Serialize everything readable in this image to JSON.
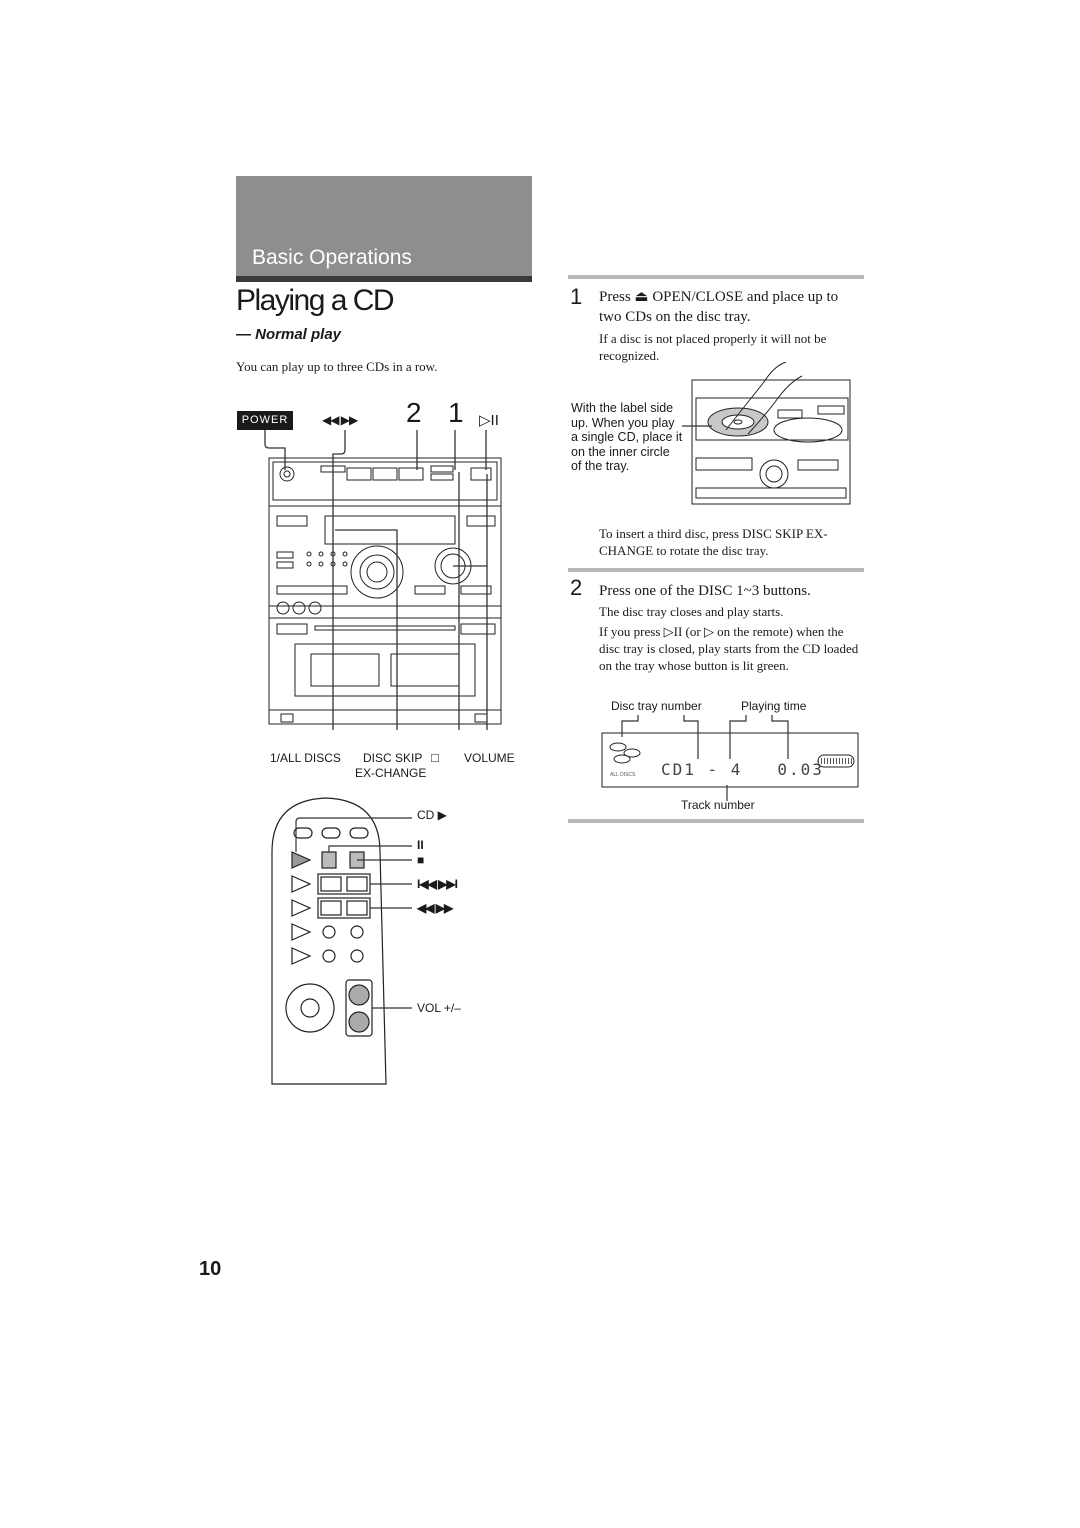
{
  "header": {
    "section": "Basic Operations",
    "title": "Playing a CD",
    "subheading": "— Normal play",
    "intro": "You can play up to three CDs in a row."
  },
  "main_unit_figure": {
    "power_label": "POWER",
    "search_symbol": "◀◀ ▶▶",
    "callout_2": "2",
    "callout_1": "1",
    "play_pause_symbol": "▷II",
    "label_all_discs": "1/ALL DISCS",
    "label_disc_skip": "DISC SKIP",
    "label_disc_skip_symbol": "□",
    "label_exchange": "EX-CHANGE",
    "label_volume": "VOLUME"
  },
  "remote_figure": {
    "label_cd_play": "CD ▶",
    "label_pause": "II",
    "label_stop": "■",
    "label_skip": "I◀◀ ▶▶I",
    "label_search": "◀◀ ▶▶",
    "label_vol": "VOL +/–"
  },
  "step1": {
    "number": "1",
    "heading": "Press ⏏ OPEN/CLOSE and place up to two CDs on the disc tray.",
    "note": "If a disc is not placed properly it will not be recognized.",
    "callout": "With the label side up. When you play a single CD, place it on the inner circle of the tray.",
    "insert_note": "To insert a third disc, press DISC SKIP EX-CHANGE to rotate the disc tray."
  },
  "step2": {
    "number": "2",
    "heading": "Press one of the DISC 1~3 buttons.",
    "note1": "The disc tray closes and play starts.",
    "note2": "If you press ▷II (or ▷ on the remote) when the disc tray is closed, play starts from the CD loaded on the tray whose button is lit green.",
    "display_label_tray": "Disc tray number",
    "display_label_time": "Playing time",
    "display_label_track": "Track number",
    "display_readout": "CD1 - 4   0.03",
    "display_small_text": "ALL DISCS"
  },
  "footer": {
    "page_number": "10"
  }
}
